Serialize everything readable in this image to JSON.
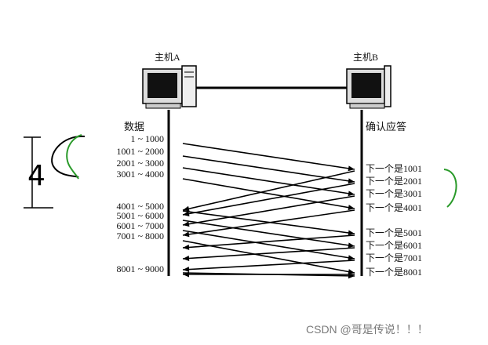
{
  "hosts": {
    "a_label": "主机A",
    "b_label": "主机B"
  },
  "columns": {
    "data_header": "数据",
    "ack_header": "确认应答"
  },
  "segments": [
    {
      "label": "1 ~ 1000",
      "seq": 1,
      "ack_label": "下一个是1001",
      "ack": 1001
    },
    {
      "label": "1001 ~ 2000",
      "seq": 1001,
      "ack_label": "下一个是2001",
      "ack": 2001
    },
    {
      "label": "2001 ~ 3000",
      "seq": 2001,
      "ack_label": "下一个是3001",
      "ack": 3001
    },
    {
      "label": "3001 ~ 4000",
      "seq": 3001,
      "ack_label": "下一个是4001",
      "ack": 4001
    },
    {
      "label": "4001 ~ 5000",
      "seq": 4001,
      "ack_label": "下一个是5001",
      "ack": 5001
    },
    {
      "label": "5001 ~ 6000",
      "seq": 5001,
      "ack_label": "下一个是6001",
      "ack": 6001
    },
    {
      "label": "6001 ~ 7000",
      "seq": 6001,
      "ack_label": "下一个是7001",
      "ack": 7001
    },
    {
      "label": "7001 ~ 8000",
      "seq": 7001,
      "ack_label": "下一个是8001",
      "ack": 8001
    },
    {
      "label": "8001 ~ 9000",
      "seq": 8001
    }
  ],
  "annotation_mark": "4",
  "annotation_color": "#2a9a2a",
  "watermark": "CSDN @哥是传说！！！"
}
